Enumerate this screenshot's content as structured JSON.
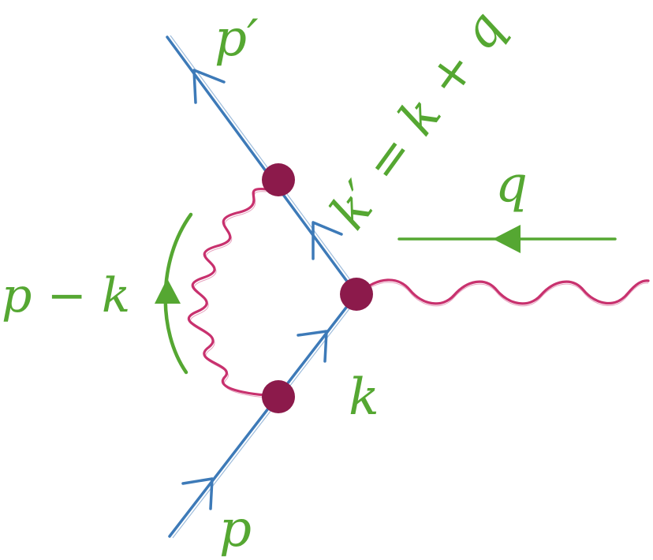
{
  "labels": {
    "p": "p",
    "p_prime": "p′",
    "k": "k",
    "k_prime_eq": "k′ = k + q",
    "q": "q",
    "p_minus_k": "p − k"
  },
  "colors": {
    "fermion_line": "#3d7ab8",
    "photon": "#c8316e",
    "vertex": "#8c1a4b",
    "label": "#55a732",
    "background": "#ffffff"
  }
}
